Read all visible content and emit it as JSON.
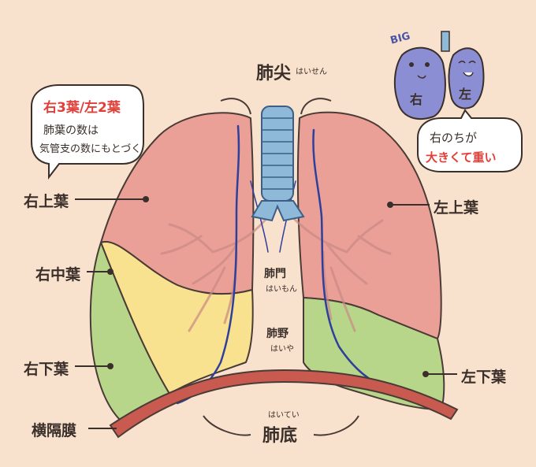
{
  "labels": {
    "apex": "肺尖",
    "apex_reading": "はいせん",
    "hilum": "肺門",
    "hilum_reading": "はいもん",
    "field": "肺野",
    "field_reading": "はいや",
    "base": "肺底",
    "base_reading": "はいてい",
    "right_upper": "右上葉",
    "right_middle": "右中葉",
    "right_lower": "右下葉",
    "diaphragm": "横隔膜",
    "left_upper": "左上葉",
    "left_lower": "左下葉"
  },
  "callout_left": {
    "title": "右3葉/左2葉",
    "line1": "肺葉の数は",
    "line2": "気管支の数にもとづく"
  },
  "callout_right": {
    "line1": "右のちが",
    "line2": "大きくて重い"
  },
  "mini_lungs": {
    "big_tag": "BIG",
    "right": "右",
    "left": "左"
  },
  "colors": {
    "background": "#f9e2cd",
    "upper_lobe": "#ea9f97",
    "middle_lobe": "#f8e18f",
    "lower_lobe": "#b7d68a",
    "diaphragm": "#c85a4f",
    "trachea": "#8fb9d8",
    "vessel": "#2f3f9c",
    "mini_lung": "#8b8ed3",
    "callout_accent": "#e0403a"
  }
}
